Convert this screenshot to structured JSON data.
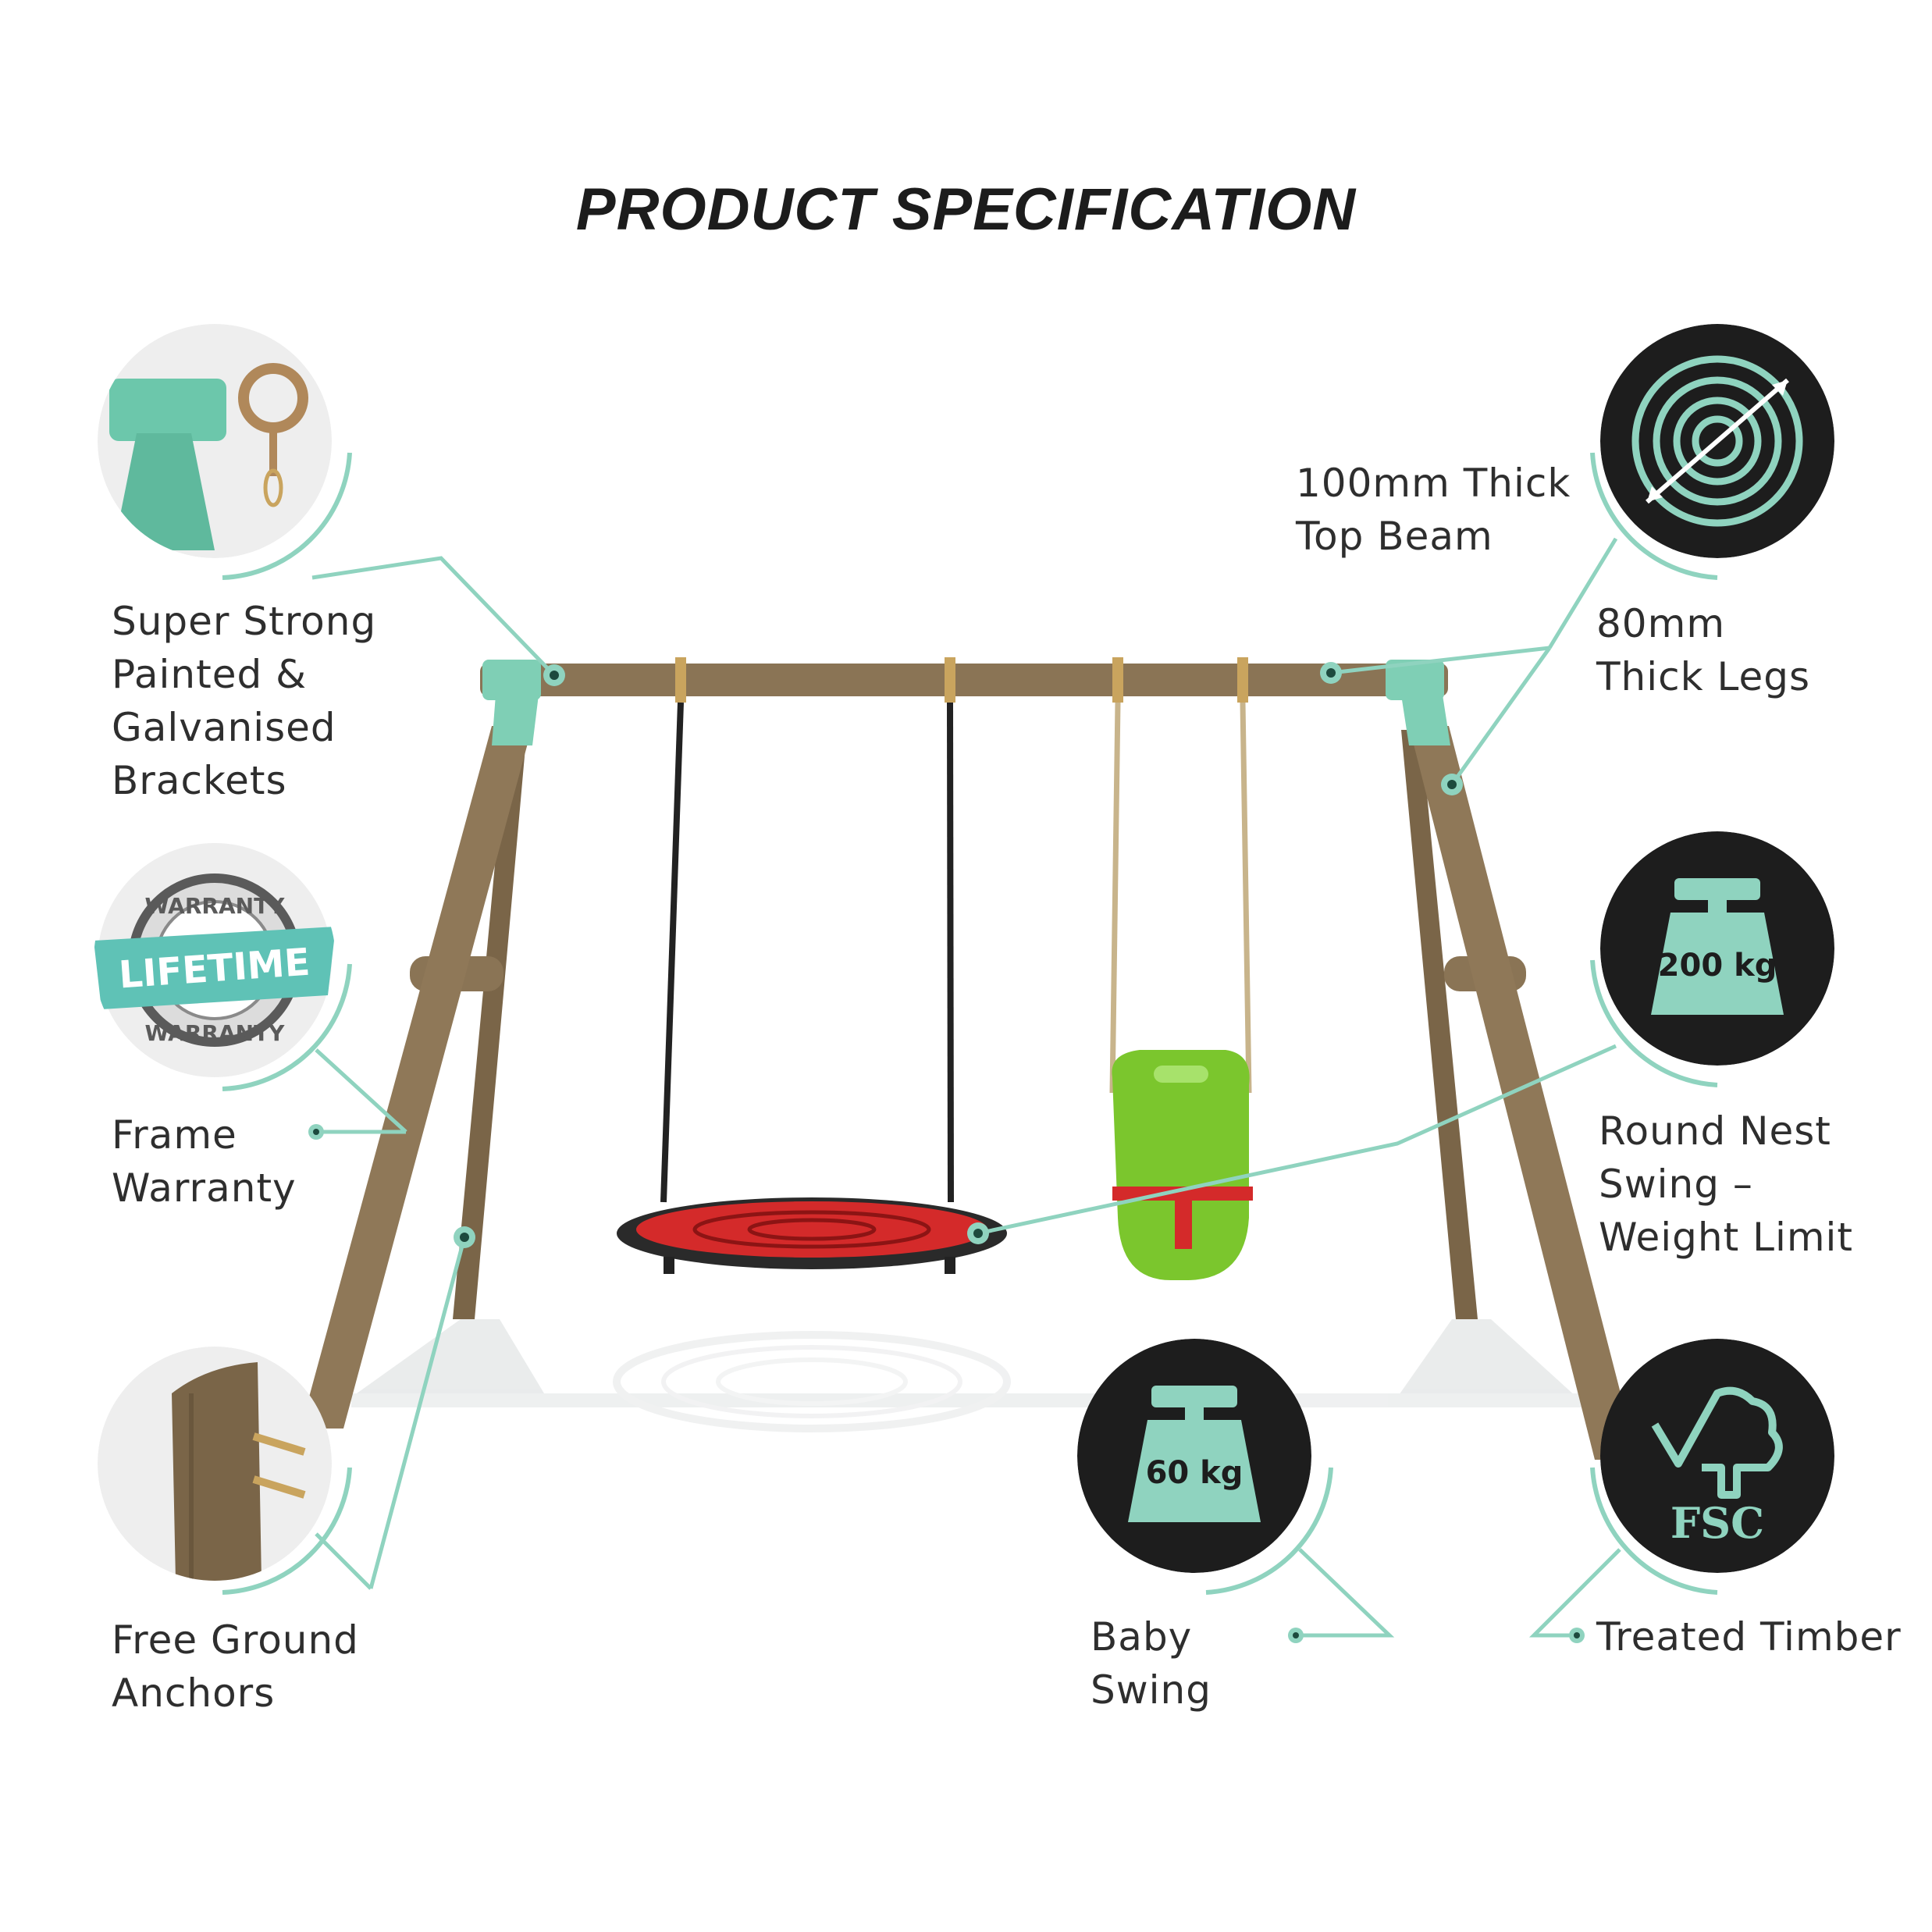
{
  "title": "PRODUCT SPECIFICATION",
  "features": {
    "brackets": {
      "lines": [
        "Super Strong",
        "Painted &",
        "Galvanised",
        "Brackets"
      ],
      "icon": "bracket-icon"
    },
    "warranty": {
      "lines": [
        "Frame",
        "Warranty"
      ],
      "icon": "warranty-badge-icon",
      "badge_top": "WARRANTY",
      "badge_main": "LIFETIME",
      "badge_bottom": "WARRANTY"
    },
    "anchors": {
      "lines": [
        "Free Ground",
        "Anchors"
      ],
      "icon": "ground-anchor-icon"
    },
    "top_beam": {
      "lines": [
        "100mm Thick",
        "Top Beam"
      ],
      "icon": "timber-rings-icon"
    },
    "legs": {
      "lines": [
        "80mm",
        "Thick Legs"
      ]
    },
    "nest_limit": {
      "lines": [
        "Round Nest",
        "Swing –",
        "Weight Limit"
      ],
      "icon": "weight-icon",
      "weight": "200 kg"
    },
    "baby_swing": {
      "lines": [
        "Baby",
        "Swing"
      ],
      "icon": "weight-icon",
      "weight": "60 kg"
    },
    "timber": {
      "lines": [
        "Treated Timber"
      ],
      "icon": "fsc-tree-icon",
      "logo_text": "FSC"
    }
  },
  "colors": {
    "accent": "#8fd3bf",
    "bracket": "#6cc7ab",
    "timber": "#8a7455",
    "nest_red": "#d42a2a",
    "baby_green": "#7bc62d",
    "dark": "#1d1d1d",
    "icon_bg": "#eeeeee"
  }
}
